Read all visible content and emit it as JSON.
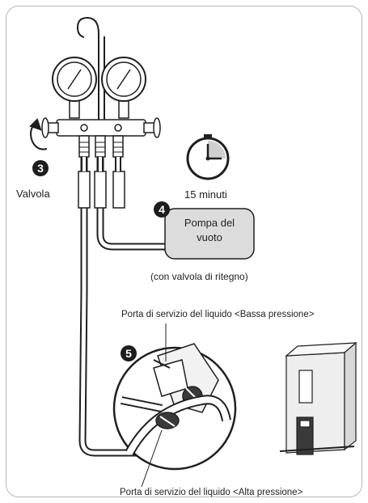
{
  "steps": {
    "step_3": "3",
    "step_4": "4",
    "step_5": "5"
  },
  "labels": {
    "valve": "Valvola",
    "time": "15 minuti",
    "pump_line1": "Pompa del",
    "pump_line2": "vuoto",
    "check_valve": "(con valvola di ritegno)",
    "low_pressure_port": "Porta di servizio del liquido <Bassa pressione>",
    "high_pressure_port": "Porta di servizio del liquido <Alta pressione>"
  },
  "colors": {
    "line": "#1f1f1f",
    "pump_fill": "#dcdcdc",
    "unit_fill": "#eeeeee",
    "badge": "#1d1d1d"
  },
  "icons": {
    "clock": "clock-icon",
    "rotation": "rotate-arrow-icon"
  }
}
